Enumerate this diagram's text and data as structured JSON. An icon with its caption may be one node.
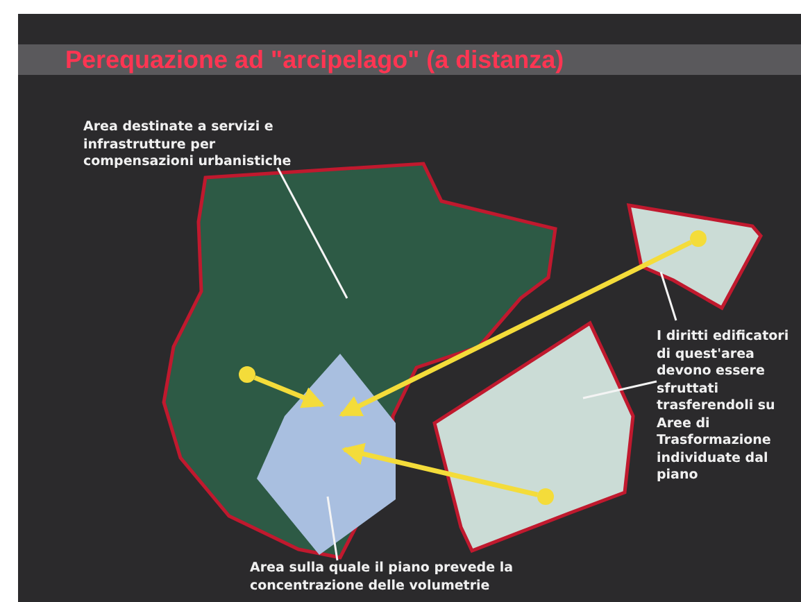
{
  "diagram": {
    "title": "Perequazione ad \"arcipelago\" (a distanza)",
    "nodes": [
      {
        "text": [],
        "shape": "polygon"
      },
      {
        "text": [],
        "shape": "polygon",
        "in": 0
      },
      {
        "text": [],
        "shape": "circle",
        "in": 0
      },
      {
        "text": [],
        "shape": "polygon"
      },
      {
        "text": [],
        "shape": "circle",
        "in": 3
      },
      {
        "text": [],
        "shape": "polygon"
      },
      {
        "text": [],
        "shape": "circle",
        "in": 5
      },
      {
        "text": [
          "Area destinate a servizi e infrastrutture per compensazioni urbanistiche"
        ]
      },
      {
        "text": [
          "I diritti edificatori di quest'area devono essere sfruttati trasferendoli su Aree di Trasformazione individuate dal piano"
        ]
      },
      {
        "text": [
          "Area sulla quale il piano prevede la concentrazione delle volumetrie"
        ]
      }
    ],
    "edges": [
      {
        "from": 7,
        "to": 0,
        "arrow": "none"
      },
      {
        "from": 8,
        "to": 3,
        "arrow": "none"
      },
      {
        "from": 8,
        "to": 5,
        "arrow": "none"
      },
      {
        "from": 9,
        "to": 1,
        "arrow": "none"
      },
      {
        "from": 2,
        "to": 1,
        "arrow": "to",
        "style": "thick",
        "color": "#f4dc3a"
      },
      {
        "from": 4,
        "to": 1,
        "arrow": "to",
        "style": "thick",
        "color": "#f4dc3a"
      },
      {
        "from": 6,
        "to": 1,
        "arrow": "to",
        "style": "thick",
        "color": "#f4dc3a"
      }
    ]
  }
}
